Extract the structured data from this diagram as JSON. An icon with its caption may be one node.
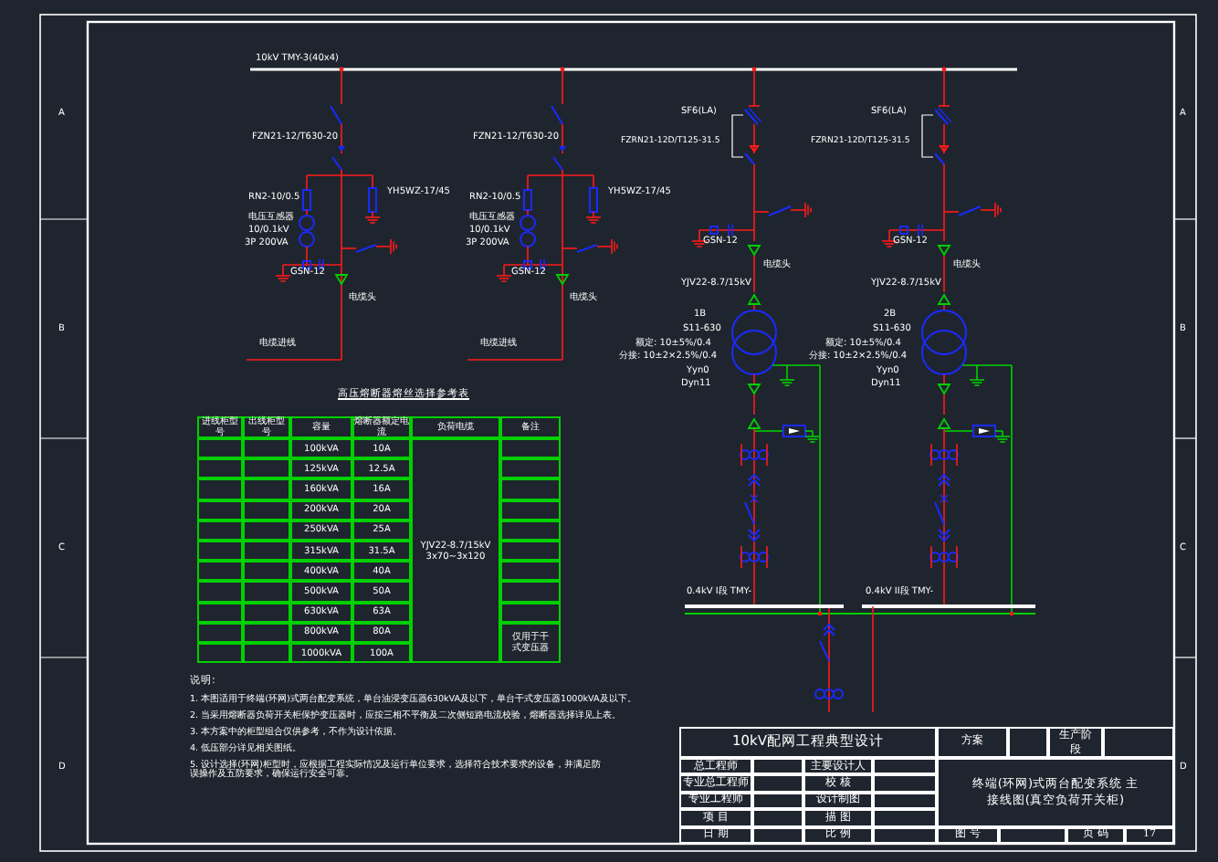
{
  "diagram": {
    "labels": [
      "10kV TMY-3(40x4)",
      "FZN21-12/T630-20",
      "RN2-10/0.5",
      "YH5WZ-17/45",
      "电压互感器",
      "10/0.1kV",
      "3P 200VA",
      "GSN-12",
      "电缆头",
      "电缆进线",
      "FZN21-12/T630-20",
      "RN2-10/0.5",
      "YH5WZ-17/45",
      "电压互感器",
      "10/0.1kV",
      "3P 200VA",
      "GSN-12",
      "电缆头",
      "电缆进线",
      "SF6(LA)",
      "FZRN21-12D/T125-31.5",
      "GSN-12",
      "电缆头",
      "YJV22-8.7/15kV",
      "1B",
      "S11-630",
      "额定: 10±5%/0.4",
      "分接: 10±2×2.5%/0.4",
      "Yyn0",
      "Dyn11",
      "SF6(LA)",
      "FZRN21-12D/T125-31.5",
      "GSN-12",
      "电缆头",
      "YJV22-8.7/15kV",
      "2B",
      "S11-630",
      "额定: 10±5%/0.4",
      "分接: 10±2×2.5%/0.4",
      "Yyn0",
      "Dyn11",
      "0.4kV I段 TMY-",
      "0.4kV II段 TMY-",
      "高压熔断器熔丝选择参考表",
      "进线柜型号",
      "出线柜型号",
      "容量",
      "熔断器额定电流",
      "负荷电缆",
      "备注",
      "100kVA",
      "10A",
      "125kVA",
      "12.5A",
      "160kVA",
      "16A",
      "200kVA",
      "20A",
      "250kVA",
      "25A",
      "315kVA",
      "31.5A",
      "400kVA",
      "40A",
      "500kVA",
      "50A",
      "630kVA",
      "63A",
      "800kVA",
      "80A",
      "1000kVA",
      "100A",
      "YJV22-8.7/15kV 3x70~3x120",
      "仅用于干式变压器",
      "说明:",
      "1. 本图适用于终端(环网)式两台配变系统，单台油浸变压器630kVA及以下，单台干式变压器1000kVA及以下。",
      "2. 当采用熔断器负荷开关柜保护变压器时，应按三相不平衡及二次侧短路电流校验，熔断器选择详见上表。",
      "3. 本方案中的柜型组合仅供参考，不作为设计依据。",
      "4. 低压部分详见相关图纸。",
      "5. 设计选择(环网)柜型时，应根据工程实际情况及运行单位要求，选择符合技术要求的设备，并满足防误操作及五防要求，确保运行安全可靠。",
      "10kV配网工程典型设计",
      "方案",
      "生产阶段",
      "总工程师",
      "主要设计人",
      "专业总工程师",
      "校 核",
      "专业工程师",
      "设计制图",
      "项 目",
      "描 图",
      "日 期",
      "比 例",
      "终端(环网)式两台配变系统 主接线图(真空负荷开关柜)",
      "图 号",
      "页 码",
      "17",
      "A",
      "B",
      "C",
      "D",
      "A",
      "B",
      "C",
      "D"
    ]
  }
}
